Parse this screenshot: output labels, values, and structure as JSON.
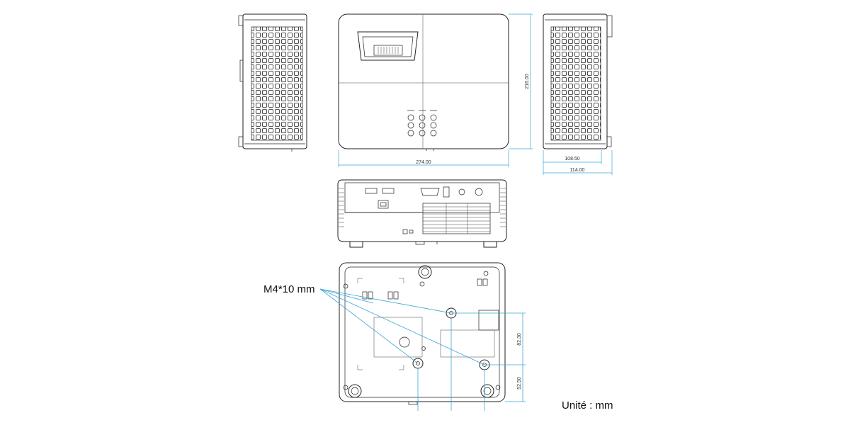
{
  "units_label": "Unité : mm",
  "callouts": {
    "mount_screw": "M4*10 mm"
  },
  "dimensions": {
    "width": "274.00",
    "depth": "216.00",
    "height_body": "108.50",
    "height_total": "114.00",
    "mount_spacing_vertical": "82.30",
    "mount_offset_bottom": "52.50"
  },
  "colors": {
    "line": "#222222",
    "dimension_line": "#3aa5d6"
  }
}
